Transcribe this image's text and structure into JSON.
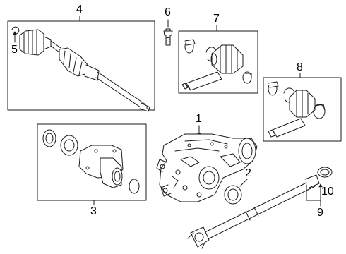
{
  "callouts": {
    "c1": "1",
    "c2": "2",
    "c3": "3",
    "c4": "4",
    "c5": "5",
    "c6": "6",
    "c7": "7",
    "c8": "8",
    "c9": "9",
    "c10": "10"
  },
  "colors": {
    "line": "#1a1a1a",
    "background": "#ffffff"
  }
}
